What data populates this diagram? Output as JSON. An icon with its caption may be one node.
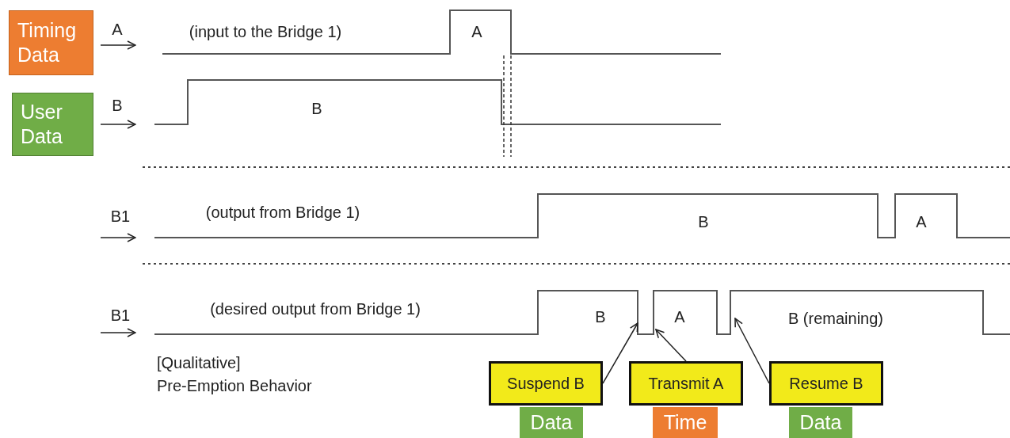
{
  "diagram": {
    "nodes": [
      {
        "text": [
          "Timing Data"
        ]
      },
      {
        "text": [
          "User Data"
        ]
      },
      {
        "text": [
          "Suspend B"
        ]
      },
      {
        "text": [
          "Transmit A"
        ]
      },
      {
        "text": [
          "Resume B"
        ]
      },
      {
        "text": [
          "Data"
        ]
      },
      {
        "text": [
          "Time"
        ]
      },
      {
        "text": [
          "Data"
        ]
      }
    ],
    "edges": [
      {
        "from": 2,
        "to": null,
        "arrow": "to"
      },
      {
        "from": 3,
        "to": null,
        "arrow": "to"
      },
      {
        "from": 4,
        "to": null,
        "arrow": "to"
      }
    ],
    "labels": [
      "A",
      "(input to the Bridge 1)",
      "A",
      "B",
      "B",
      "B1",
      "(output from Bridge 1)",
      "B",
      "A",
      "B1",
      "(desired output from Bridge 1)",
      "B",
      "A",
      "B (remaining)",
      "[Qualitative]",
      "Pre-Emption Behavior"
    ]
  }
}
